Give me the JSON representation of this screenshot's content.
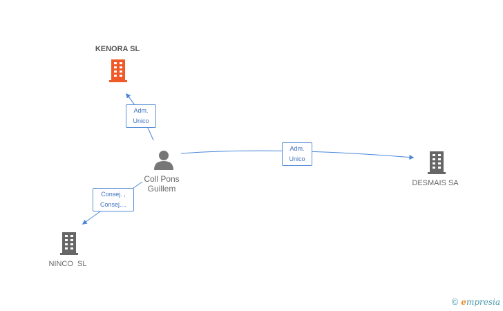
{
  "nodes": {
    "kenora": {
      "label": "KENORA SL",
      "color": "#f05a28",
      "icon": "building-icon"
    },
    "desmais": {
      "label": "DESMAIS SA",
      "color": "#666666",
      "icon": "building-icon"
    },
    "ninco": {
      "label": "NINCO  SL",
      "color": "#666666",
      "icon": "building-icon"
    },
    "person": {
      "line1": "Coll Pons",
      "line2": "Guillem",
      "color": "#777777",
      "icon": "person-icon"
    }
  },
  "edges": {
    "to_kenora": {
      "line1": "Adm.",
      "line2": "Unico"
    },
    "to_desmais": {
      "line1": "Adm.",
      "line2": "Unico"
    },
    "to_ninco": {
      "line1": "Consej. ,",
      "line2": "Consej...."
    }
  },
  "colors": {
    "edge": "#4a86d8",
    "edge_label_border": "#5b8fd6",
    "edge_label_text": "#3d6fbf"
  },
  "brand": {
    "copyright": "©",
    "first_letter": "e",
    "rest": "mpresia"
  }
}
